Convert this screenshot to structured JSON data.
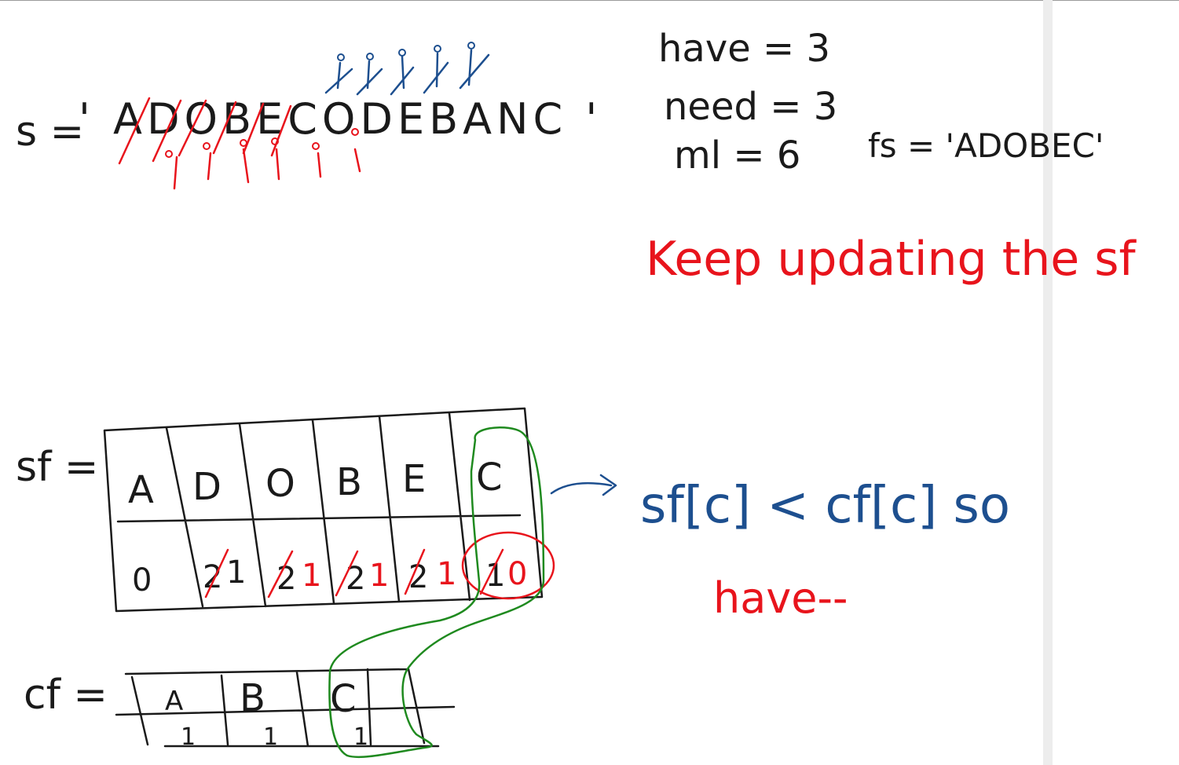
{
  "colors": {
    "ink": "#1a1a1a",
    "red": "#e8141c",
    "blue": "#1d4f8f",
    "green": "#1f8a1f"
  },
  "notes": {
    "s_label": "s = ",
    "s_string": "' ADOBECODEBANC '",
    "have": "have = 3",
    "need": "need = 3",
    "ml": "ml = 6",
    "fs": "fs = 'ADOBEC'",
    "keep_updating": "Keep updating the sf",
    "sf_label": "sf =",
    "cf_label": "cf =",
    "condition": "sf[c] < cf[c]  so",
    "have_dec": "have--"
  },
  "sf_table": {
    "letters": [
      "A",
      "D",
      "O",
      "B",
      "E",
      "C"
    ],
    "counts": [
      {
        "old": "0",
        "new": ""
      },
      {
        "old": "2",
        "new": "1"
      },
      {
        "old": "2",
        "new": "1"
      },
      {
        "old": "2",
        "new": "1"
      },
      {
        "old": "2",
        "new": "1"
      },
      {
        "old": "1",
        "new": "0"
      }
    ]
  },
  "cf_table": {
    "letters": [
      "A",
      "B",
      "C"
    ],
    "counts": [
      "1",
      "1",
      "1"
    ]
  }
}
